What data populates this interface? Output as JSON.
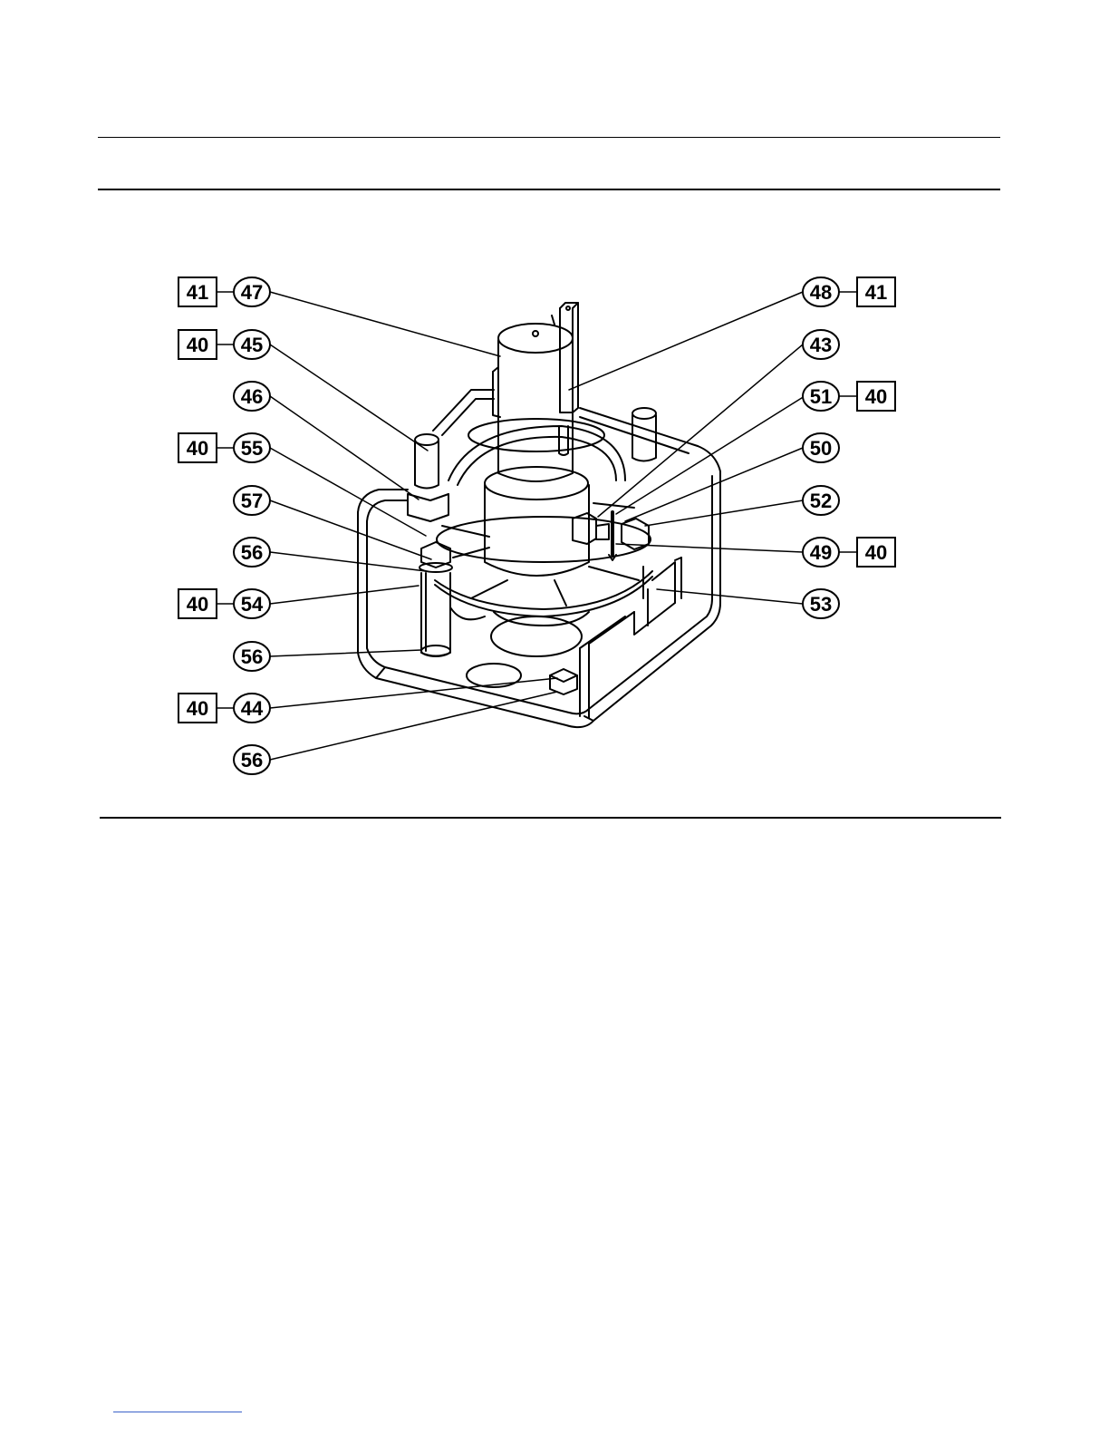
{
  "callouts": [
    {
      "id": "c47",
      "number": "47",
      "ref": "41"
    },
    {
      "id": "c45",
      "number": "45",
      "ref": "40"
    },
    {
      "id": "c46",
      "number": "46",
      "ref": ""
    },
    {
      "id": "c55",
      "number": "55",
      "ref": "40"
    },
    {
      "id": "c57",
      "number": "57",
      "ref": ""
    },
    {
      "id": "c56a",
      "number": "56",
      "ref": ""
    },
    {
      "id": "c54",
      "number": "54",
      "ref": "40"
    },
    {
      "id": "c56b",
      "number": "56",
      "ref": ""
    },
    {
      "id": "c44",
      "number": "44",
      "ref": "40"
    },
    {
      "id": "c56c",
      "number": "56",
      "ref": ""
    },
    {
      "id": "c48",
      "number": "48",
      "ref": "41"
    },
    {
      "id": "c43",
      "number": "43",
      "ref": ""
    },
    {
      "id": "c51",
      "number": "51",
      "ref": "40"
    },
    {
      "id": "c50",
      "number": "50",
      "ref": ""
    },
    {
      "id": "c52",
      "number": "52",
      "ref": ""
    },
    {
      "id": "c49",
      "number": "49",
      "ref": "40"
    },
    {
      "id": "c53",
      "number": "53",
      "ref": ""
    }
  ],
  "colors": {
    "line": "#000000",
    "footer_rule": "#3a62c9"
  }
}
